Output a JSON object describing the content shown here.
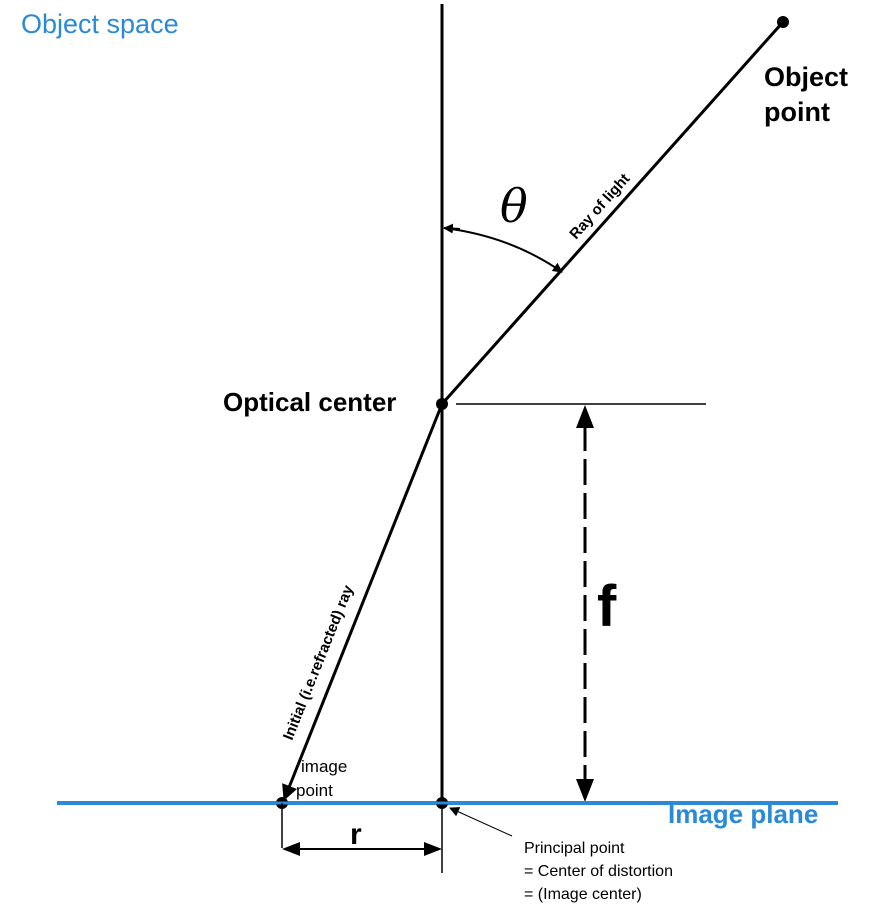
{
  "labels": {
    "object_space": "Object space",
    "object_point": [
      "Object",
      "point"
    ],
    "theta": "θ",
    "ray_of_light": "Ray of light",
    "optical_center": "Optical center",
    "focal_length": "f",
    "refracted_ray": "Initial (i.e.refracted) ray",
    "image_point": [
      "image",
      "point"
    ],
    "image_plane": "Image plane",
    "radius": "r",
    "principal_point": [
      "Principal point",
      "= Center of distortion",
      "= (Image center)"
    ]
  },
  "colors": {
    "accent_blue": "#2a8ad8",
    "ink": "#000000"
  }
}
